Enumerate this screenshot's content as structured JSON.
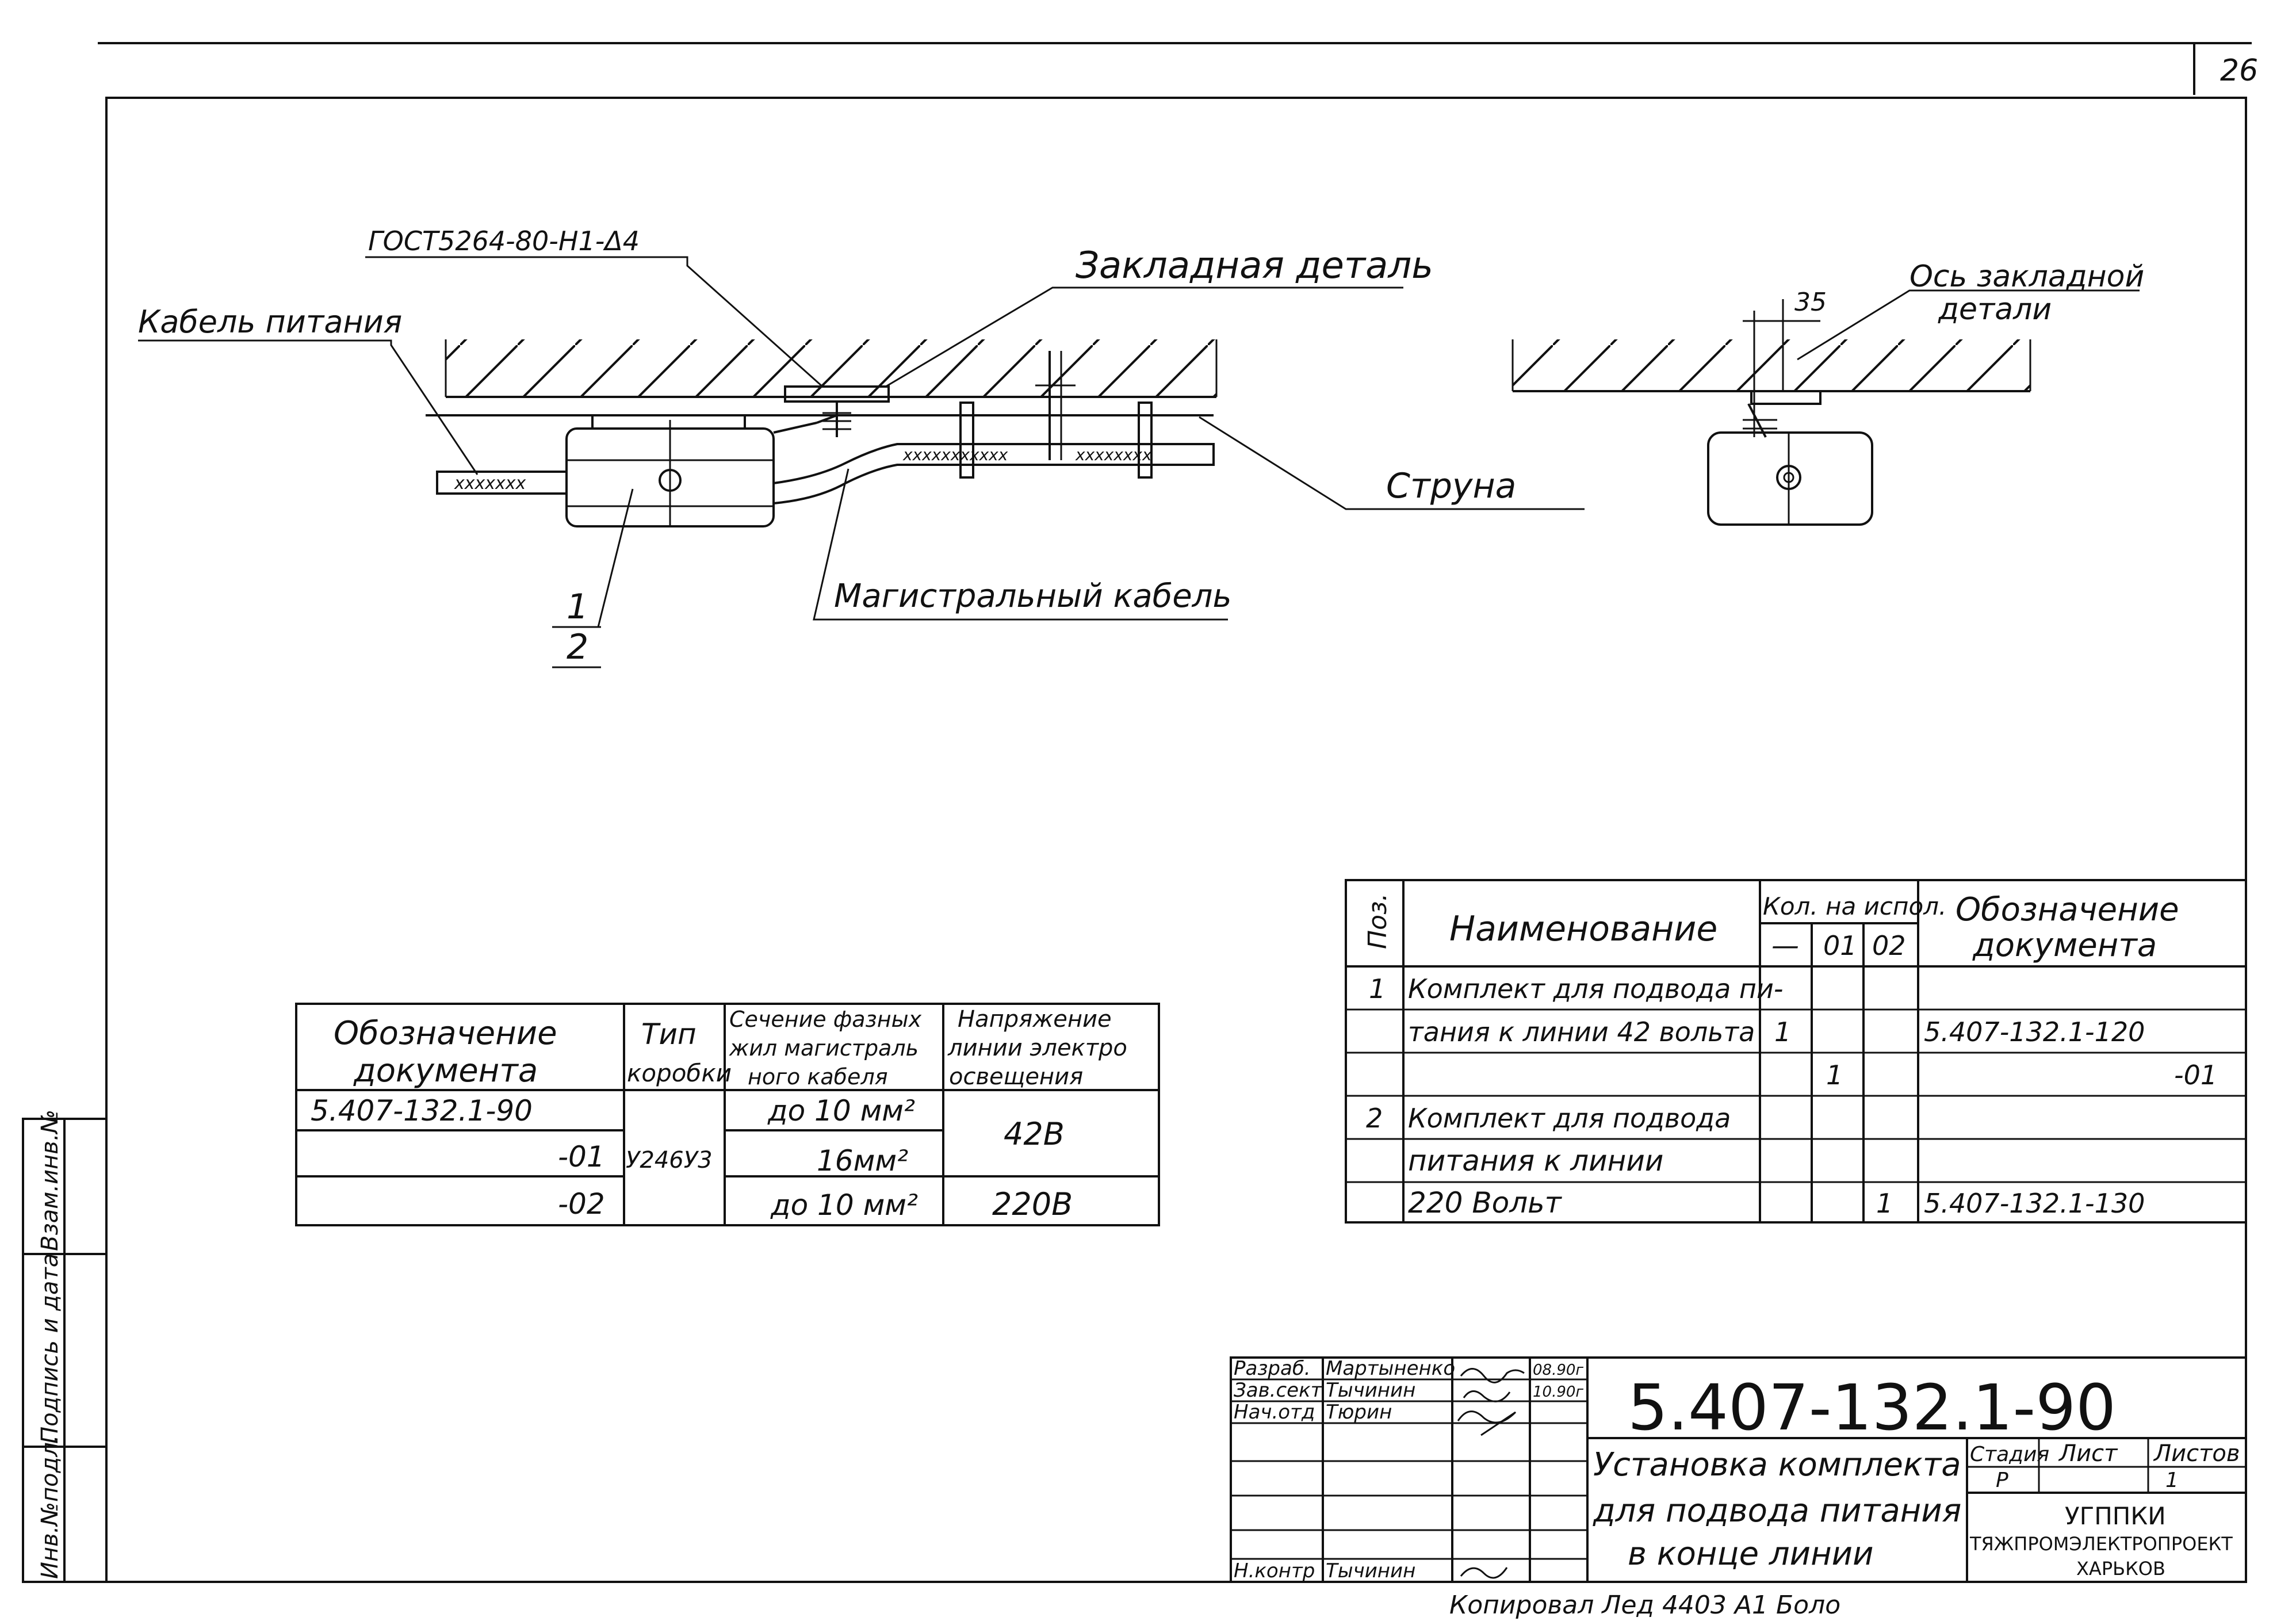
{
  "sheet": {
    "page_number": "26"
  },
  "drawing": {
    "labels": {
      "gost": "ГОСТ5264-80-Н1-Δ4",
      "embedded_part": "Закладная деталь",
      "power_cable": "Кабель питания",
      "main_cable": "Магистральный кабель",
      "string": "Струна",
      "axis_embedded": "Ось закладной",
      "axis_embedded_2": "детали",
      "dimension": "35",
      "pos1": "1",
      "pos2": "2"
    }
  },
  "left_table": {
    "headers": [
      "Обозначение документа",
      "Тип коробки",
      "Сечение фазных жил магистрального кабеля",
      "Напряжение линии электро освещения"
    ],
    "header_lines": {
      "h1a": "Обозначение",
      "h1b": "документа",
      "h2a": "Тип",
      "h2b": "коробки",
      "h3a": "Сечение фазных",
      "h3b": "жил магистраль",
      "h3c": "ного кабеля",
      "h4a": "Напряжение",
      "h4b": "линии электро",
      "h4c": "освещения"
    },
    "rows": [
      {
        "doc": "5.407-132.1-90",
        "section": "до 10 мм²"
      },
      {
        "doc": "-01",
        "section": "16мм²"
      },
      {
        "doc": "-02",
        "section": "до 10 мм²"
      }
    ],
    "box_type": "У246У3",
    "voltage_1": "42В",
    "voltage_2": "220В"
  },
  "right_table": {
    "headers": {
      "pos": "Поз.",
      "name": "Наименование",
      "qty": "Кол. на испол.",
      "qty_cols": [
        "—",
        "01",
        "02"
      ],
      "doc_a": "Обозначение",
      "doc_b": "документа"
    },
    "rows": [
      {
        "pos": "1",
        "name": "Комплект для подвода пи-",
        "q0": "",
        "q1": "",
        "q2": "",
        "doc": ""
      },
      {
        "pos": "",
        "name": "тания к линии 42 вольта",
        "q0": "1",
        "q1": "",
        "q2": "",
        "doc": "5.407-132.1-120"
      },
      {
        "pos": "",
        "name": "",
        "q0": "",
        "q1": "1",
        "q2": "",
        "doc": "-01"
      },
      {
        "pos": "2",
        "name": "Комплект для подвода",
        "q0": "",
        "q1": "",
        "q2": "",
        "doc": ""
      },
      {
        "pos": "",
        "name": "питания к линии",
        "q0": "",
        "q1": "",
        "q2": "",
        "doc": ""
      },
      {
        "pos": "",
        "name": "220 Вольт",
        "q0": "",
        "q1": "",
        "q2": "1",
        "doc": "5.407-132.1-130"
      }
    ]
  },
  "side_stamp": {
    "col1": "Инв.№подл.",
    "col2": "Подпись и дата",
    "col3": "Взам.инв.№"
  },
  "title_block": {
    "roles": [
      {
        "role": "Разраб.",
        "name": "Мартыненко",
        "date": "08.90г"
      },
      {
        "role": "Зав.сект",
        "name": "Тычинин",
        "date": "10.90г"
      },
      {
        "role": "Нач.отд",
        "name": "Тюрин",
        "date": ""
      }
    ],
    "control_role": "Н.контр",
    "control_name": "Тычинин",
    "designation": "5.407-132.1-90",
    "title_1": "Установка комплекта",
    "title_2": "для подвода питания",
    "title_3": "в конце линии",
    "stage_label": "Стадия",
    "sheet_label": "Лист",
    "sheets_label": "Листов",
    "stage": "Р",
    "sheets": "1",
    "org_1": "УГППКИ",
    "org_2": "ТЯЖПРОМЭЛЕКТРОПРОЕКТ",
    "org_3": "ХАРЬКОВ",
    "footer_note": "Копировал  Лед  4403    А1    Боло"
  }
}
